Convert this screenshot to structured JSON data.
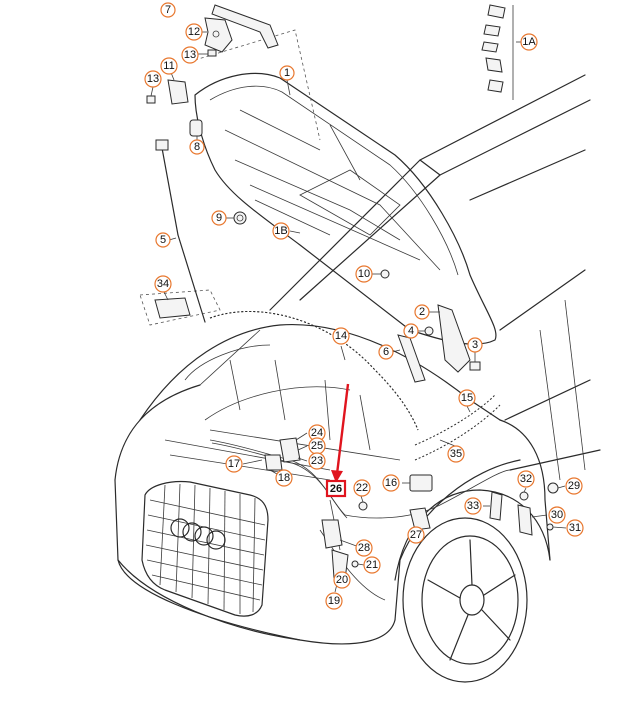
{
  "diagram": {
    "highlight_color": "#e0141e",
    "callout_color": "#e8772e",
    "highlighted_callout": "26",
    "callouts": [
      {
        "id": "c-7",
        "label": "7"
      },
      {
        "id": "c-12",
        "label": "12"
      },
      {
        "id": "c-13a",
        "label": "13"
      },
      {
        "id": "c-13b",
        "label": "13"
      },
      {
        "id": "c-11",
        "label": "11"
      },
      {
        "id": "c-1",
        "label": "1"
      },
      {
        "id": "c-1a",
        "label": "1A"
      },
      {
        "id": "c-8",
        "label": "8"
      },
      {
        "id": "c-9",
        "label": "9"
      },
      {
        "id": "c-1b",
        "label": "1B"
      },
      {
        "id": "c-5",
        "label": "5"
      },
      {
        "id": "c-10",
        "label": "10"
      },
      {
        "id": "c-34",
        "label": "34"
      },
      {
        "id": "c-2",
        "label": "2"
      },
      {
        "id": "c-4",
        "label": "4"
      },
      {
        "id": "c-6",
        "label": "6"
      },
      {
        "id": "c-3a",
        "label": "3"
      },
      {
        "id": "c-14",
        "label": "14"
      },
      {
        "id": "c-15",
        "label": "15"
      },
      {
        "id": "c-24",
        "label": "24"
      },
      {
        "id": "c-25",
        "label": "25"
      },
      {
        "id": "c-23",
        "label": "23"
      },
      {
        "id": "c-17",
        "label": "17"
      },
      {
        "id": "c-18",
        "label": "18"
      },
      {
        "id": "c-35",
        "label": "35"
      },
      {
        "id": "c-16",
        "label": "16"
      },
      {
        "id": "c-22",
        "label": "22"
      },
      {
        "id": "c-32",
        "label": "32"
      },
      {
        "id": "c-29",
        "label": "29"
      },
      {
        "id": "c-33",
        "label": "33"
      },
      {
        "id": "c-30",
        "label": "30"
      },
      {
        "id": "c-31",
        "label": "31"
      },
      {
        "id": "c-27",
        "label": "27"
      },
      {
        "id": "c-28",
        "label": "28"
      },
      {
        "id": "c-21",
        "label": "21"
      },
      {
        "id": "c-20",
        "label": "20"
      },
      {
        "id": "c-19",
        "label": "19"
      }
    ]
  }
}
